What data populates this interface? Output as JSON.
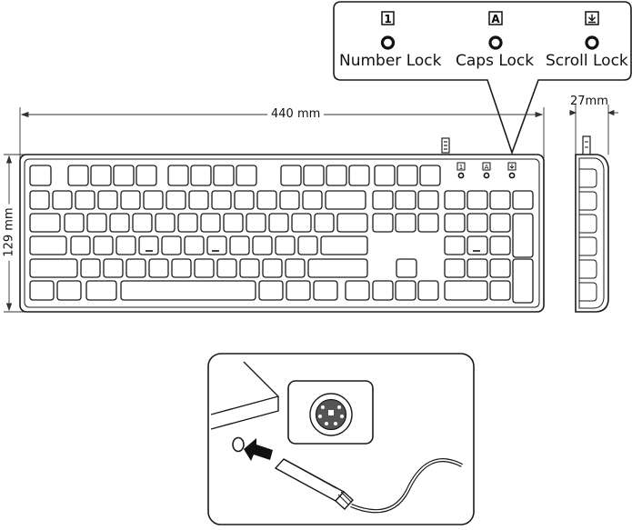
{
  "indicators": [
    {
      "label": "Number Lock",
      "symbol": "1",
      "icon": "number-lock-icon"
    },
    {
      "label": "Caps Lock",
      "symbol": "A",
      "icon": "caps-lock-icon"
    },
    {
      "label": "Scroll Lock",
      "symbol": "scroll-arrow",
      "icon": "scroll-lock-icon"
    }
  ],
  "dimensions": {
    "width": "440 mm",
    "height": "129 mm",
    "depth": "27mm"
  },
  "colors": {
    "line": "#1a1a1a",
    "background": "#ffffff"
  }
}
